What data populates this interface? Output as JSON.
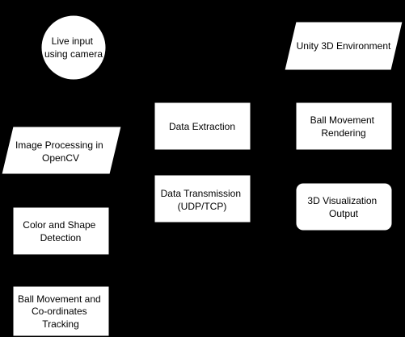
{
  "background": "#000000",
  "node_fill": "#ffffff",
  "text_color": "#000000",
  "nodes": {
    "live_input": {
      "shape": "circle",
      "lines": [
        "Live input",
        "using camera"
      ]
    },
    "unity_env": {
      "shape": "parallelogram",
      "lines": [
        "Unity 3D Environment"
      ]
    },
    "image_processing": {
      "shape": "parallelogram",
      "lines": [
        "Image Processing in",
        "OpenCV"
      ]
    },
    "data_extraction": {
      "shape": "rectangle",
      "lines": [
        "Data Extraction"
      ]
    },
    "ball_rendering": {
      "shape": "rectangle",
      "lines": [
        "Ball Movement",
        "Rendering"
      ]
    },
    "data_transmission": {
      "shape": "rectangle",
      "lines": [
        "Data Transmission",
        "(UDP/TCP)"
      ]
    },
    "visualization_output": {
      "shape": "rounded-rectangle",
      "lines": [
        "3D Visualization",
        "Output"
      ]
    },
    "color_shape_detection": {
      "shape": "rectangle",
      "lines": [
        "Color and Shape",
        "Detection"
      ]
    },
    "ball_tracking": {
      "shape": "rectangle",
      "lines": [
        "Ball Movement and",
        "Co-ordinates",
        "Tracking"
      ]
    }
  }
}
